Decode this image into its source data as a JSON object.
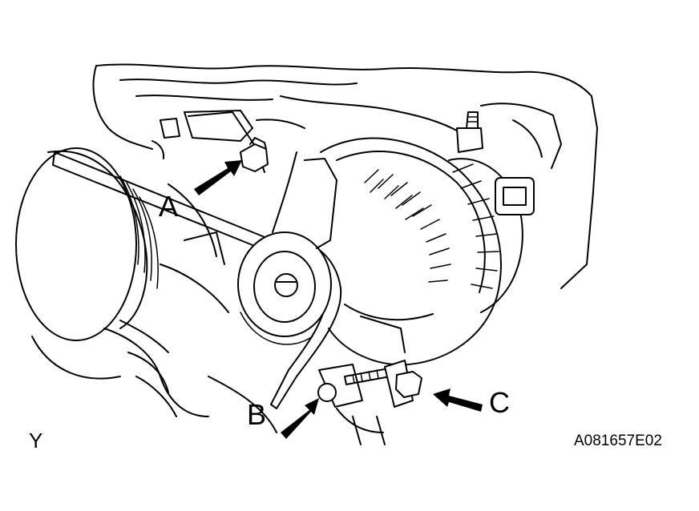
{
  "callouts": {
    "a": "A",
    "b": "B",
    "c": "C"
  },
  "view_marker": "Y",
  "illustration_code": "A081657E02",
  "colors": {
    "ink": "#000000",
    "paper": "#ffffff"
  }
}
